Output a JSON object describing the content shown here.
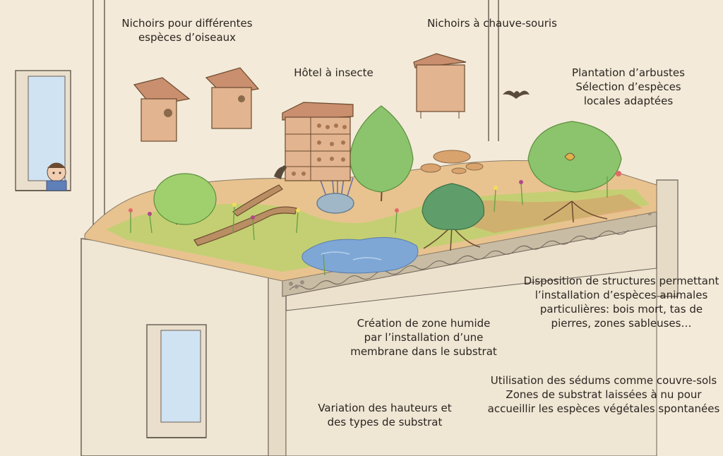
{
  "labels": {
    "bird_boxes": "Nichoirs pour différentes\nespèces d’oiseaux",
    "bat_boxes": "Nichoirs à chauve-souris",
    "insect_hotel": "Hôtel à insecte",
    "shrubs": "Plantation d’arbustes\nSélection d’espèces\nlocales adaptées",
    "structures": "Disposition de structures permettant\nl’installation d’espèces  animales\nparticulières: bois mort, tas de\npierres, zones sableuses…",
    "wetland": "Création de zone humide\npar l’installation d’une\nmembrane dans le  substrat",
    "sedums": "Utilisation des sédums comme couvre-sols\nZones de substrat laissées à nu pour\naccueillir les  espèces végétales spontanées",
    "substrate": "Variation des hauteurs et\ndes types de substrat"
  },
  "colors": {
    "paper": "#f3ead9",
    "ink": "#2b2520",
    "wood": "#e2b48f",
    "sky_window": "#cfe3f3",
    "substrate_soil": "#e8c38f",
    "grass": "#b8d36a",
    "foliage": "#7fbf6a",
    "water": "#7ea7d6"
  }
}
